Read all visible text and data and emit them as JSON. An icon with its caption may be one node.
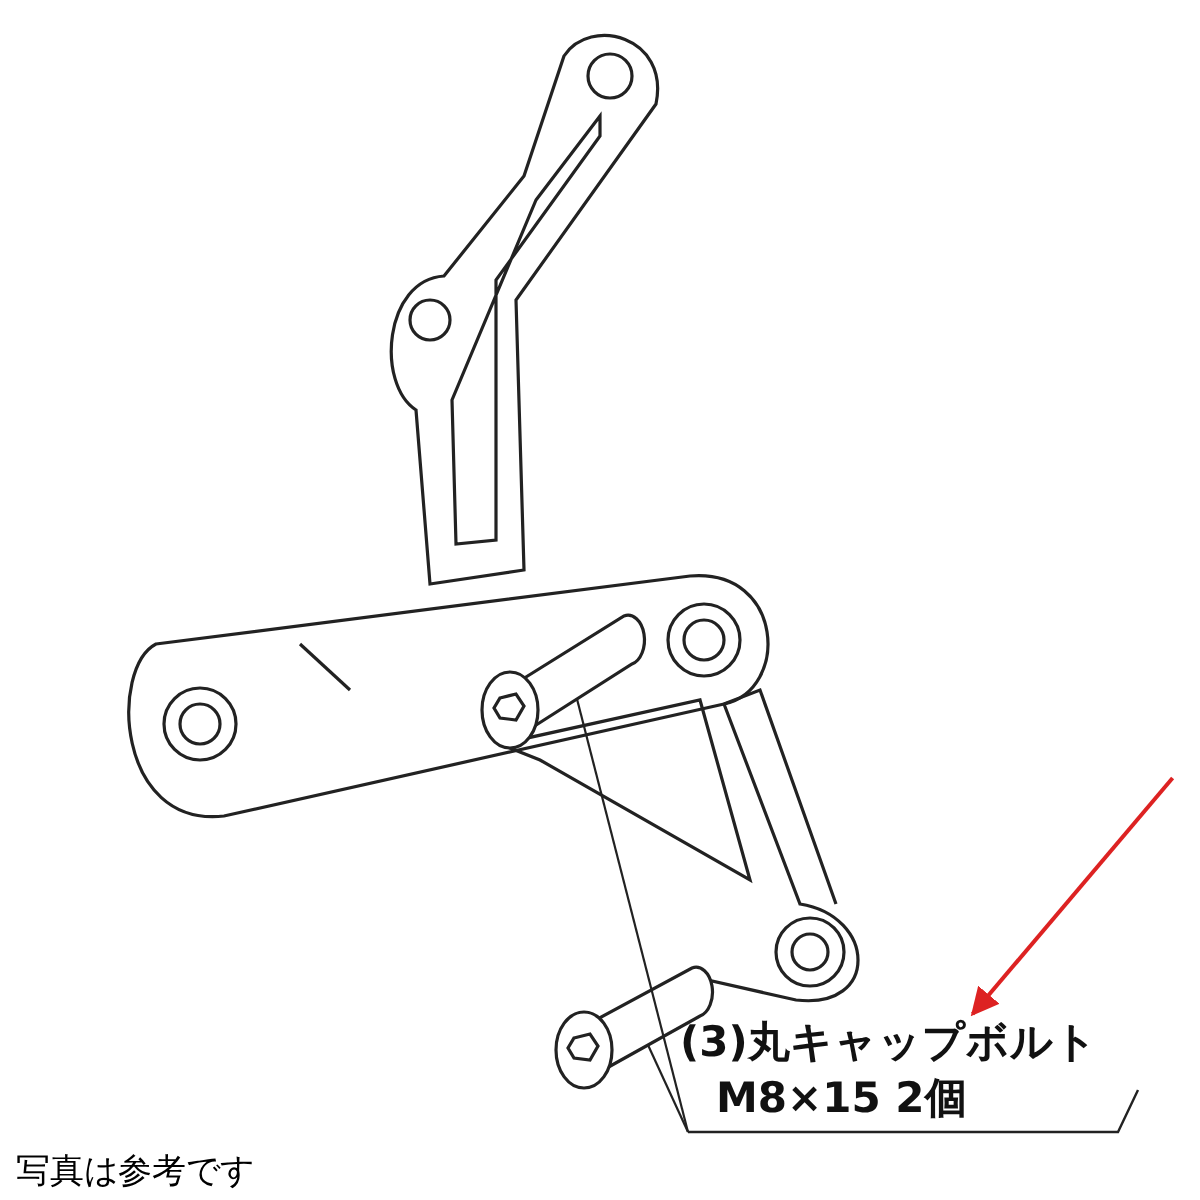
{
  "diagram": {
    "nodes": [
      {
        "text": [
          "(3)丸キャップボルト",
          "M8×15 2個"
        ]
      },
      {
        "text": [],
        "shape": "bolt"
      },
      {
        "text": [],
        "shape": "bolt"
      }
    ],
    "edges": [
      {
        "from": 0,
        "to": 1,
        "arrow": "none"
      },
      {
        "from": 0,
        "to": 2,
        "arrow": "none"
      },
      {
        "from": null,
        "to": 0,
        "arrow": "to",
        "color": "#dd2222"
      }
    ],
    "labels": [
      "写真は参考です"
    ]
  }
}
